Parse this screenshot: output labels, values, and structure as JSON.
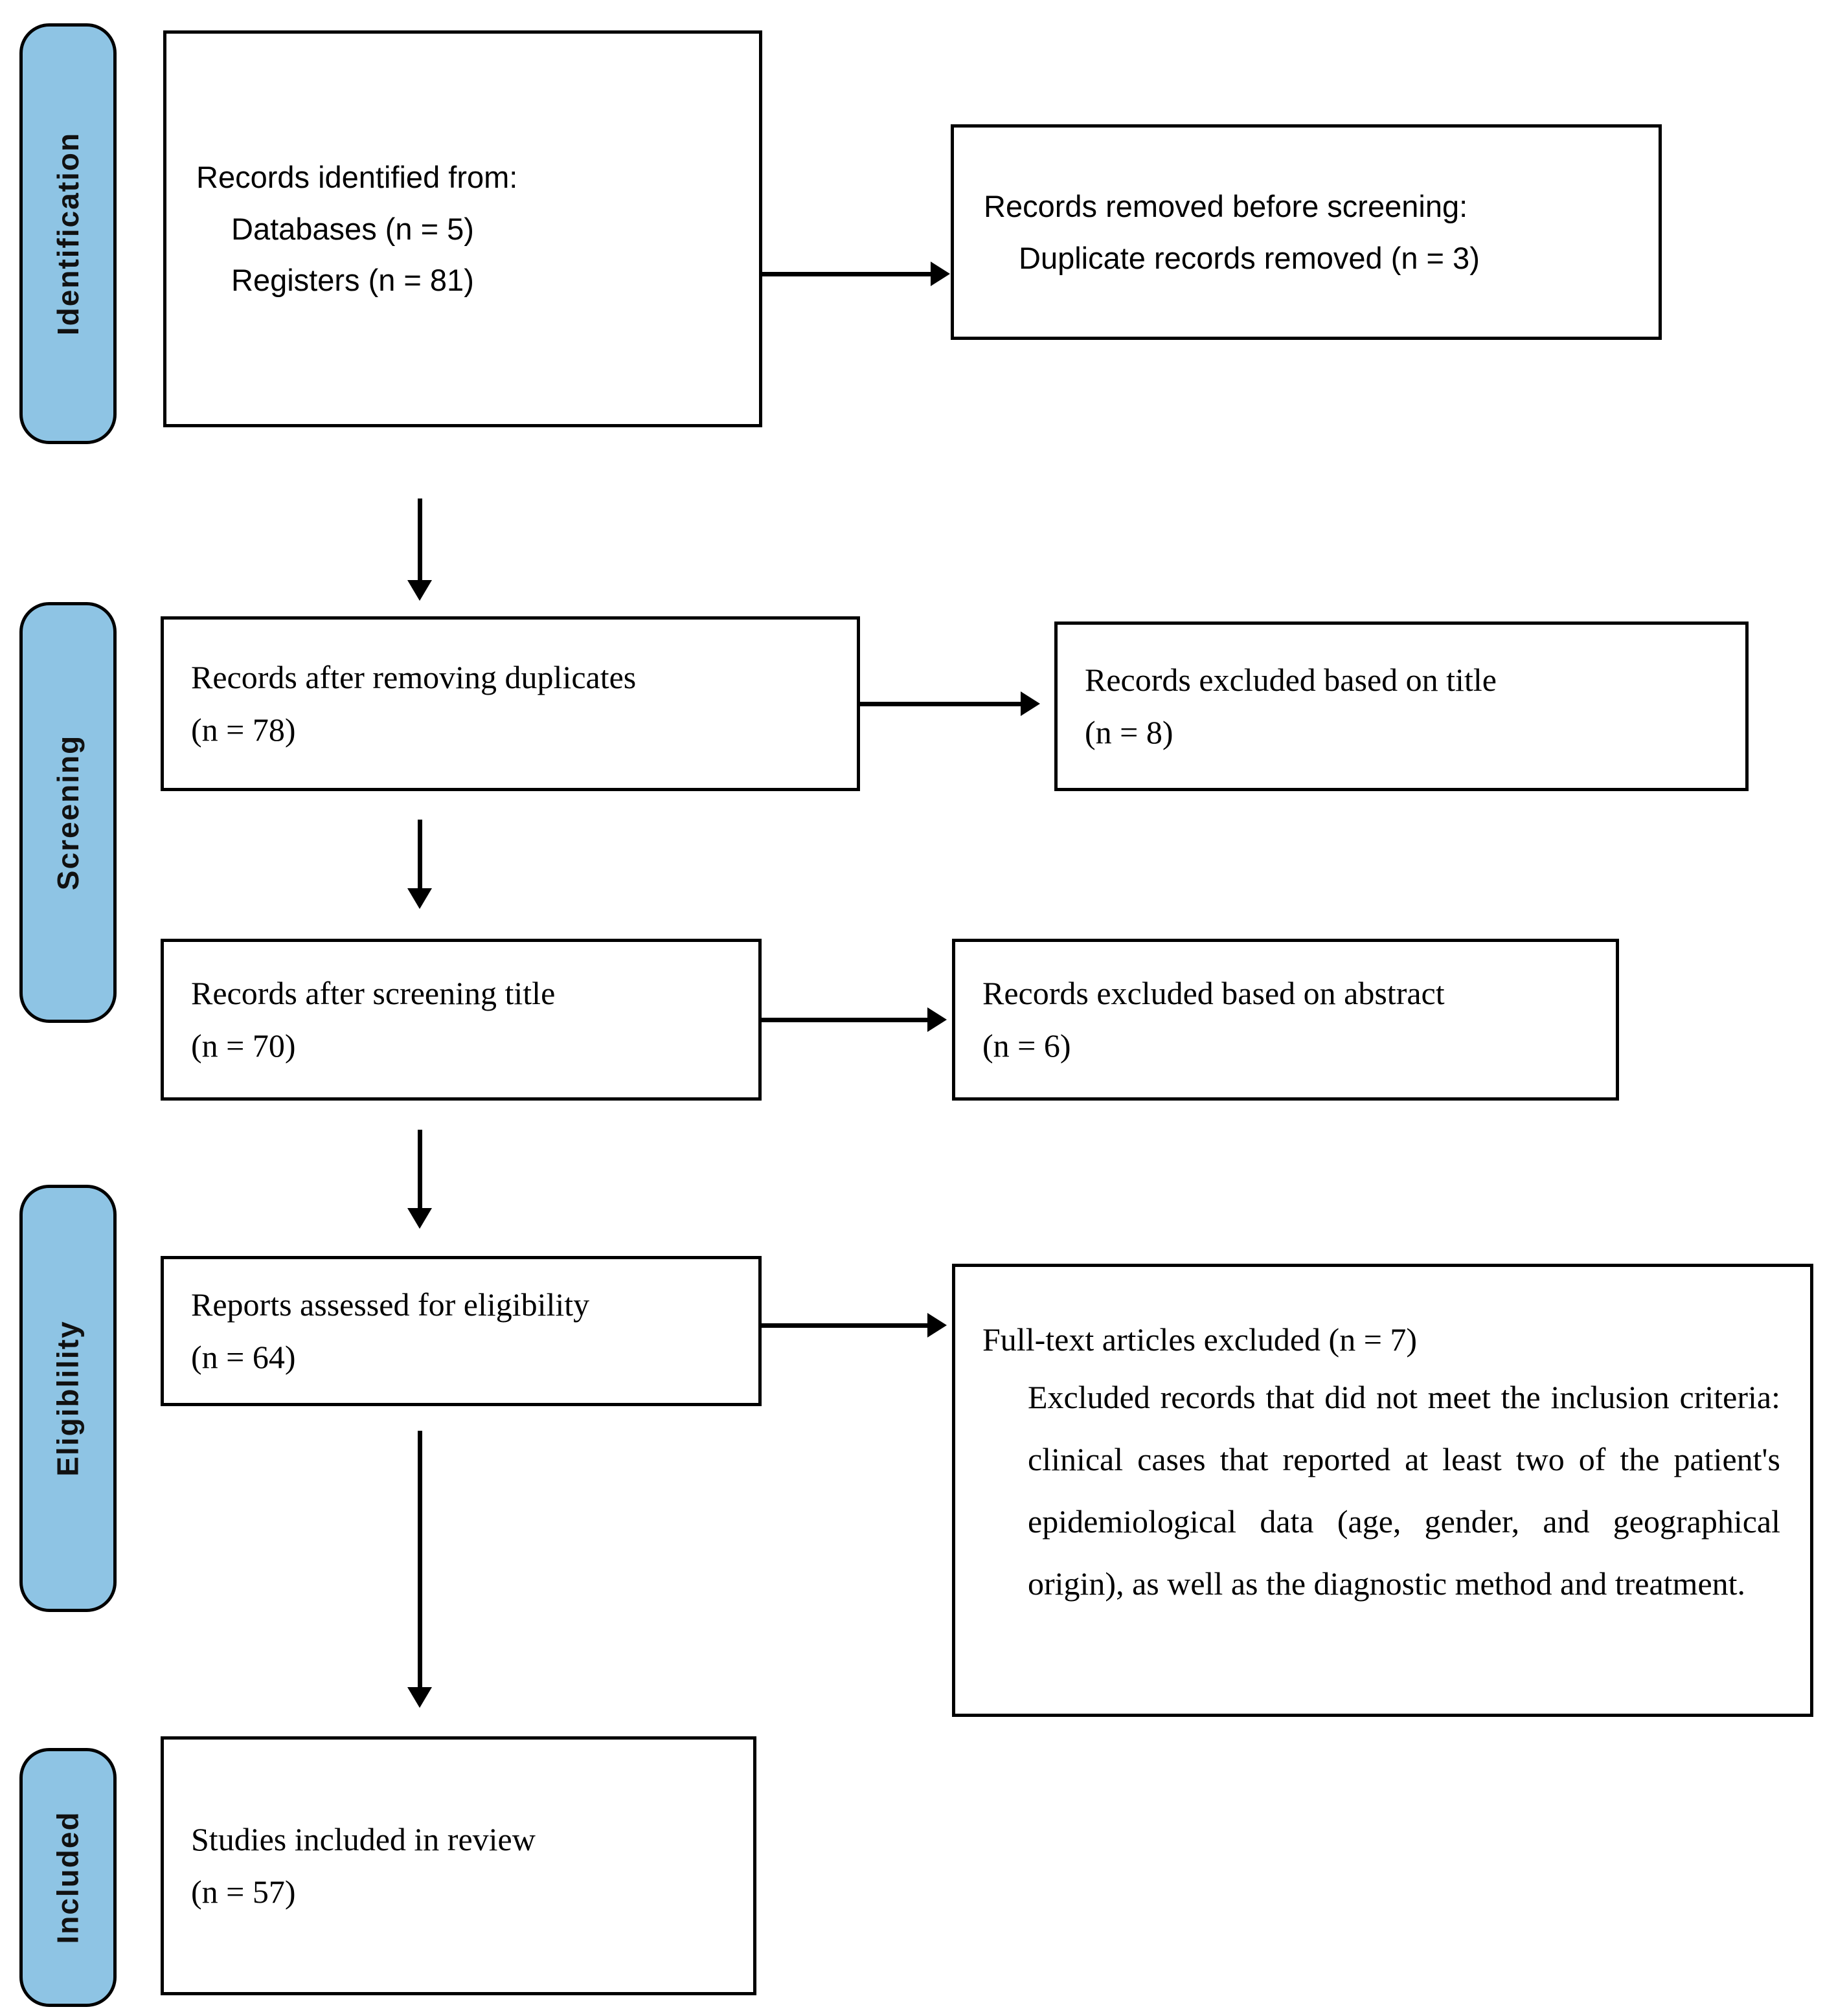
{
  "diagram": {
    "title": "PRISMA flow diagram",
    "accent_color": "#8EC4E4",
    "line_color": "#000000"
  },
  "stages": [
    {
      "id": "identification",
      "label": "Identification"
    },
    {
      "id": "screening",
      "label": "Screening"
    },
    {
      "id": "eligibility",
      "label": "Eligiblility"
    },
    {
      "id": "included",
      "label": "Included"
    }
  ],
  "boxes": {
    "records_identified": {
      "line1": "Records identified from:",
      "line2": "Databases (n = 5)",
      "line3": "Registers (n = 81)"
    },
    "records_removed": {
      "line1": "Records removed before screening:",
      "line2": "Duplicate records removed (n = 3)"
    },
    "after_duplicates": {
      "line1": "Records after removing duplicates",
      "line2": "(n = 78)"
    },
    "excluded_title": {
      "line1": "Records excluded based on title",
      "line2": "(n = 8)"
    },
    "after_screening_title": {
      "line1": "Records after screening title",
      "line2": "(n = 70)"
    },
    "excluded_abstract": {
      "line1": "Records excluded based on abstract",
      "line2": "(n = 6)"
    },
    "assessed_eligibility": {
      "line1": "Reports assessed for eligibility",
      "line2": "(n = 64)"
    },
    "fulltext_excluded": {
      "line1": "Full-text articles excluded (n = 7)",
      "line2": "Excluded records that did not meet the inclusion criteria: clinical cases that reported at least two of the patient's epidemiological data (age, gender, and geographical origin), as well as the diagnostic method and treatment."
    },
    "studies_included": {
      "line1": "Studies included in review",
      "line2": "(n = 57)"
    }
  },
  "counts": {
    "databases": 5,
    "registers": 81,
    "duplicates_removed": 3,
    "after_duplicates": 78,
    "excluded_title": 8,
    "after_screening_title": 70,
    "excluded_abstract": 6,
    "assessed_eligibility": 64,
    "fulltext_excluded": 7,
    "studies_included": 57
  }
}
